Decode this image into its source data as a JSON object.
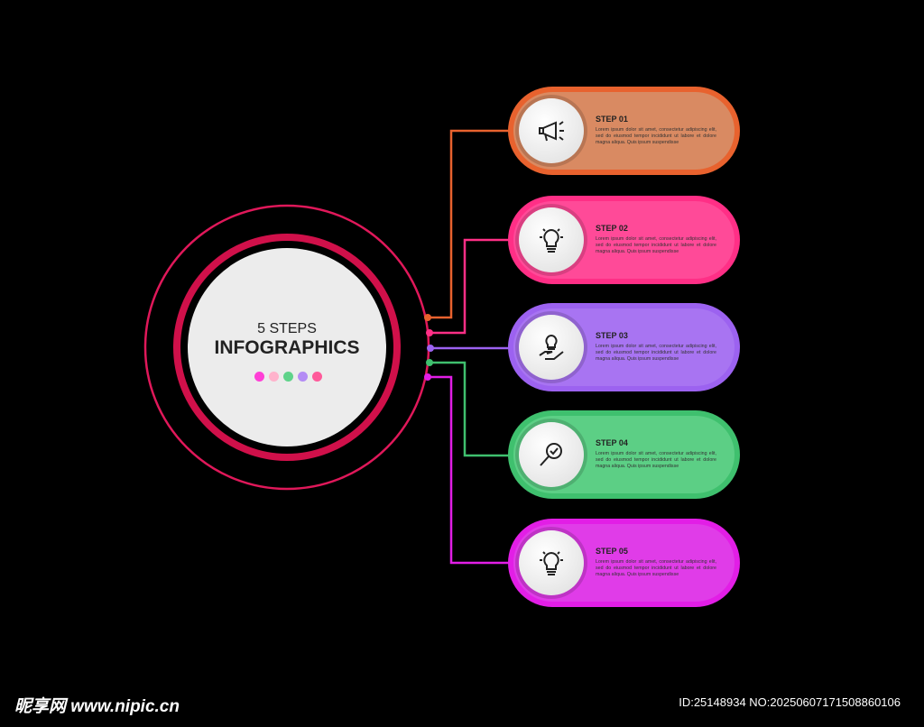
{
  "center": {
    "line1": "5 STEPS",
    "line2": "INFOGRAPHICS",
    "dot_colors": [
      "#ff3fd6",
      "#ffb3cc",
      "#5fd38a",
      "#b48cf5",
      "#ff5a9a"
    ]
  },
  "steps": [
    {
      "title": "STEP 01",
      "text": "Lorem ipsum dolor sit amet, consectetur adipiscing elit, sed do eiusmod tempor incididunt ut labore et dolore magna aliqua. Quis ipsum suspendisse",
      "icon": "megaphone-icon",
      "color": "#e8622e",
      "fill": "#d98a62"
    },
    {
      "title": "STEP 02",
      "text": "Lorem ipsum dolor sit amet, consectetur adipiscing elit, sed do eiusmod tempor incididunt ut labore et dolore magna aliqua. Quis ipsum suspendisse",
      "icon": "lightbulb-icon",
      "color": "#ff2f86",
      "fill": "#ff4a98"
    },
    {
      "title": "STEP 03",
      "text": "Lorem ipsum dolor sit amet, consectetur adipiscing elit, sed do eiusmod tempor incididunt ut labore et dolore magna aliqua. Quis ipsum suspendisse",
      "icon": "idea-hand-icon",
      "color": "#9c62f0",
      "fill": "#a874f2"
    },
    {
      "title": "STEP 04",
      "text": "Lorem ipsum dolor sit amet, consectetur adipiscing elit, sed do eiusmod tempor incididunt ut labore et dolore magna aliqua. Quis ipsum suspendisse",
      "icon": "search-check-icon",
      "color": "#3fc06e",
      "fill": "#5ccf85"
    },
    {
      "title": "STEP 05",
      "text": "Lorem ipsum dolor sit amet, consectetur adipiscing elit, sed do eiusmod tempor incididunt ut labore et dolore magna aliqua. Quis ipsum suspendisse",
      "icon": "lightbulb-icon",
      "color": "#e21ee6",
      "fill": "#e03ce8"
    }
  ],
  "footer": {
    "logo": "昵享网 www.nipic.cn",
    "id": "ID:25148934 NO:20250607171508860106"
  }
}
